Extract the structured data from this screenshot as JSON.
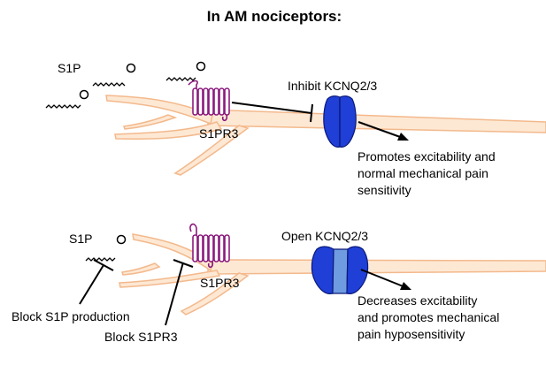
{
  "title": "In AM nociceptors:",
  "top_panel": {
    "ligand_label": "S1P",
    "receptor_label": "S1PR3",
    "channel_label": "Inhibit KCNQ2/3",
    "outcome_lines": [
      "Promotes excitability and",
      "normal mechanical pain",
      "sensitivity"
    ],
    "channel_state": "closed"
  },
  "bottom_panel": {
    "ligand_label": "S1P",
    "receptor_label": "S1PR3",
    "channel_label": "Open KCNQ2/3",
    "outcome_lines": [
      "Decreases excitability",
      "and promotes mechanical",
      "pain hyposensitivity"
    ],
    "block_s1p_label": "Block S1P production",
    "block_receptor_label": "Block S1PR3",
    "channel_state": "open"
  },
  "colors": {
    "axon_fill": "#fde8d4",
    "axon_stroke": "#f3b98c",
    "receptor": "#8b1a7e",
    "channel_dark": "#1f3fd6",
    "channel_light": "#6f9be0"
  }
}
